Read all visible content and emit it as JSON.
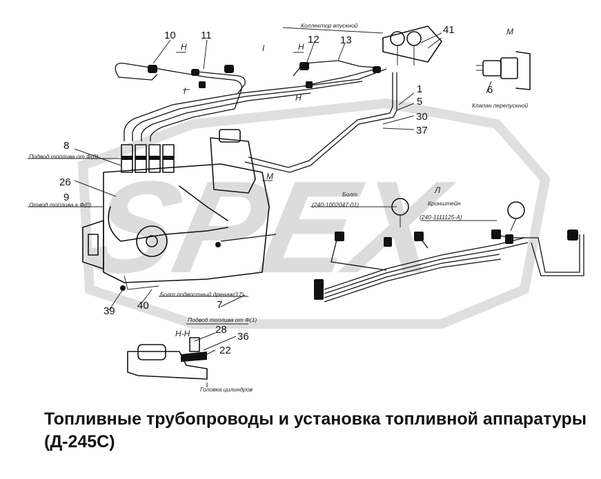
{
  "caption": "Топливные трубопроводы и установка топливной аппаратуры (Д-245С)",
  "watermark": "SPEX",
  "colors": {
    "ink": "#111111",
    "watermark": "#d9d9d9",
    "background": "#ffffff"
  },
  "callouts": [
    "10",
    "11",
    "12",
    "13",
    "41",
    "1",
    "5",
    "30",
    "37",
    "8",
    "26",
    "9",
    "39",
    "40",
    "7",
    "6",
    "28",
    "36",
    "22"
  ],
  "notes": {
    "intake_manifold": "Коллектор впускной",
    "bypass_valve": "Клапан перепускной",
    "fuel_supply": "Подвод топлива от Ф(0)",
    "fuel_return": "Отвод топлива к Ф(0)",
    "bolt_label": "Болт",
    "bolt_part": "(240-1002047-01)",
    "bracket_label": "Кронштейн",
    "bracket_part": "(240-1111125-А)",
    "hollow_bolt": "Болт подвостный дренаж(17)",
    "fuel_supply_2": "Подвод топлива от Ф(1)",
    "cylinder_head": "Головка цилиндров"
  },
  "sections": {
    "I": "I",
    "L": "Л",
    "M": "М",
    "N_left": "Н",
    "N_right": "Н",
    "N_bottom": "Н",
    "I_top": "I",
    "M_arrow": "М",
    "section_NN": "Н-Н"
  }
}
